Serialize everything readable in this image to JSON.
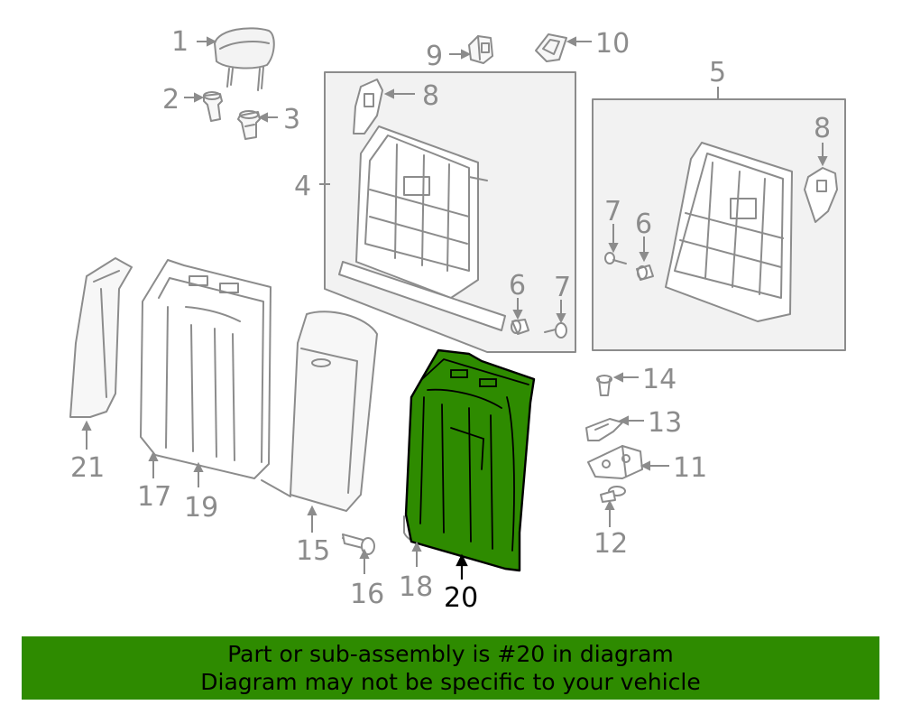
{
  "highlight_color": "#2e8b00",
  "highlighted_part": "20",
  "callouts": {
    "c1": "1",
    "c2": "2",
    "c3": "3",
    "c4": "4",
    "c5": "5",
    "c6a": "6",
    "c6b": "6",
    "c7a": "7",
    "c7b": "7",
    "c8a": "8",
    "c8b": "8",
    "c9": "9",
    "c10": "10",
    "c11": "11",
    "c12": "12",
    "c13": "13",
    "c14": "14",
    "c15": "15",
    "c16": "16",
    "c17": "17",
    "c18": "18",
    "c19": "19",
    "c20": "20",
    "c21": "21"
  },
  "banner": {
    "line1": "Part or sub-assembly is #20 in diagram",
    "line2": "Diagram may not be specific to your vehicle"
  }
}
